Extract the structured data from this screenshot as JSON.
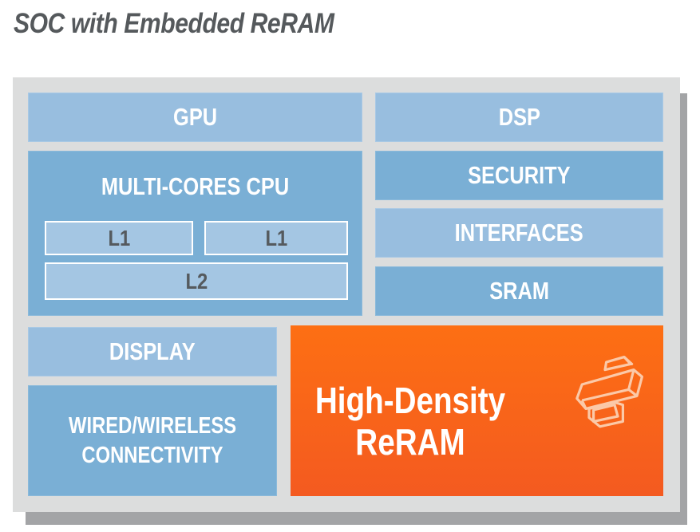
{
  "title": "SOC with Embedded ReRAM",
  "colors": {
    "board": "#dcdddd",
    "shadow": "#a3a4a6",
    "block_light": "#98bedf",
    "block_mid": "#7aafd5",
    "cache_fill": "#a4c6e3",
    "reram_top": "#fd6f13",
    "reram_bottom": "#f45a20",
    "title_text": "#55595c",
    "cache_text": "#555a5e"
  },
  "blocks": {
    "gpu": "GPU",
    "dsp": "DSP",
    "cpu": "MULTI-CORES CPU",
    "cpu_caches": {
      "l1a": "L1",
      "l1b": "L1",
      "l2": "L2"
    },
    "security": "SECURITY",
    "interfaces": "INTERFACES",
    "sram": "SRAM",
    "display": "DISPLAY",
    "connectivity_line1": "WIRED/WIRELESS",
    "connectivity_line2": "CONNECTIVITY",
    "reram_line1": "High-Density",
    "reram_line2": "ReRAM",
    "reram_icon": "memory-chip-icon"
  }
}
